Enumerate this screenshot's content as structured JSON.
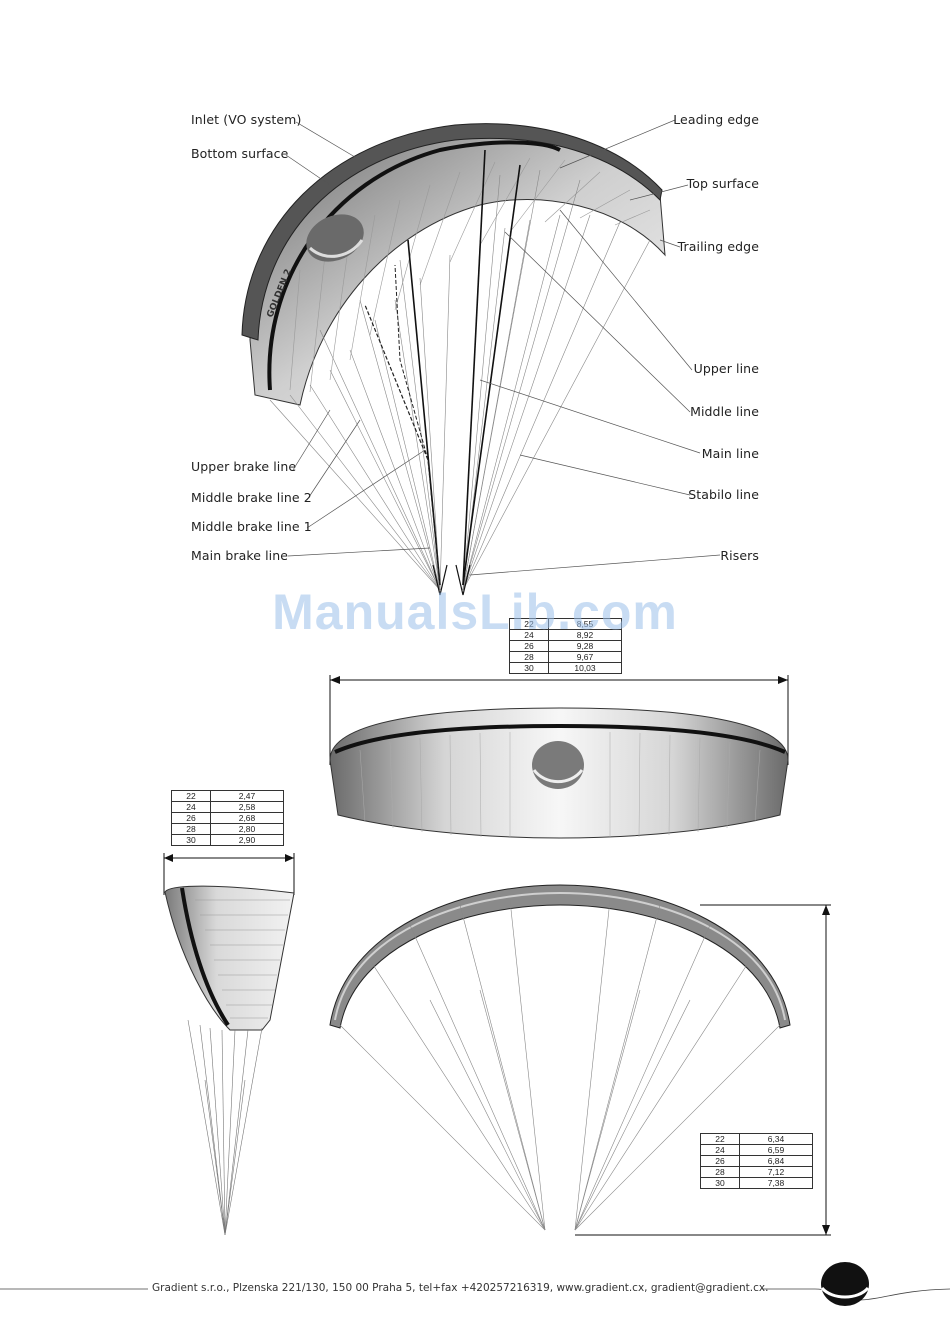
{
  "labels": {
    "inlet": "Inlet (VO system)",
    "bottom_surface": "Bottom surface",
    "leading_edge": "Leading edge",
    "top_surface": "Top surface",
    "trailing_edge": "Trailing edge",
    "upper_line": "Upper line",
    "middle_line": "Middle line",
    "main_line": "Main line",
    "stabilo_line": "Stabilo line",
    "risers": "Risers",
    "upper_brake_line": "Upper brake line",
    "middle_brake_line_2": "Middle brake line 2",
    "middle_brake_line_1": "Middle brake line 1",
    "main_brake_line": "Main brake line"
  },
  "wing_text": "GOLDEN 2",
  "watermark": "ManualsLib.com",
  "tables": {
    "span": [
      {
        "size": "22",
        "value": "8,55"
      },
      {
        "size": "24",
        "value": "8,92"
      },
      {
        "size": "26",
        "value": "9,28"
      },
      {
        "size": "28",
        "value": "9,67"
      },
      {
        "size": "30",
        "value": "10,03"
      }
    ],
    "chord": [
      {
        "size": "22",
        "value": "2,47"
      },
      {
        "size": "24",
        "value": "2,58"
      },
      {
        "size": "26",
        "value": "2,68"
      },
      {
        "size": "28",
        "value": "2,80"
      },
      {
        "size": "30",
        "value": "2,90"
      }
    ],
    "height": [
      {
        "size": "22",
        "value": "6,34"
      },
      {
        "size": "24",
        "value": "6,59"
      },
      {
        "size": "26",
        "value": "6,84"
      },
      {
        "size": "28",
        "value": "7,12"
      },
      {
        "size": "30",
        "value": "7,38"
      }
    ]
  },
  "footer": "Gradient s.r.o., Plzenska 221/130, 150 00 Praha 5, tel+fax +420257216319, www.gradient.cx, gradient@gradient.cx."
}
